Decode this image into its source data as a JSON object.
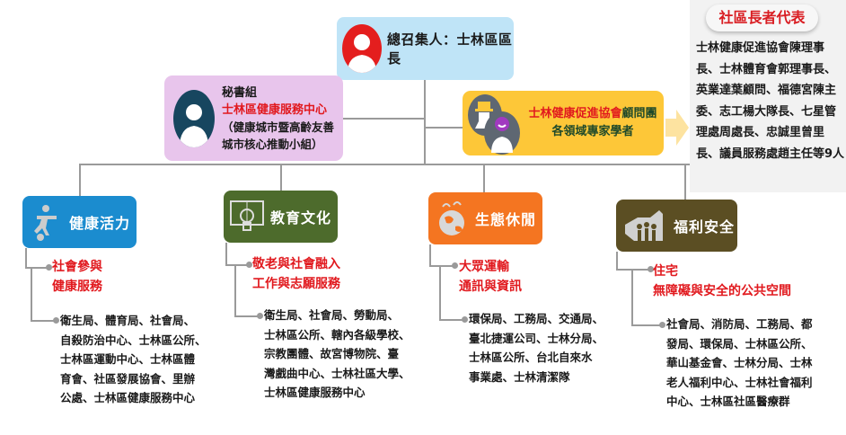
{
  "convener": {
    "label": "總召集人：士林區區長",
    "icon": "person-avatar-icon",
    "color": "#bfe4f7"
  },
  "secretariat": {
    "title": "秘書組",
    "org": "士林區健康服務中心",
    "note_line1": "（健康城市暨高齡友善",
    "note_line2": "城市核心推動小組）",
    "icon": "person-avatar-icon",
    "color": "#e8c5ec"
  },
  "advisory": {
    "org_red": "士林健康促進協會",
    "org_suffix": "顧問團",
    "line2": "各領域專家學者",
    "icon": "two-experts-icon",
    "color": "#fdc738"
  },
  "elders": {
    "title": "社區長者代表",
    "body": "士林健康促進協會陳理事長、士林體育會郭理事長、英業達葉顧問、福德宮陳主委、志工楊大隊長、七星管理處周處長、忠誠里曾里長、議員服務處趙主任等9人"
  },
  "categories": [
    {
      "name": "健康活力",
      "icon": "running-soccer-icon",
      "color": "#1b8ccf",
      "focus": [
        "社會參與",
        "健康服務"
      ],
      "agencies": [
        "衛生局、體育局、社會局、",
        "自殺防治中心、士林區公所、",
        "士林區運動中心、士林區體",
        "育會、社區發展協會、里辦",
        "公處、士林區健康服務中心"
      ]
    },
    {
      "name": "教育文化",
      "icon": "book-lightbulb-icon",
      "color": "#4d6b2c",
      "focus": [
        "敬老與社會融入",
        "工作與志願服務"
      ],
      "agencies": [
        "衛生局、社會局、勞動局、",
        "士林區公所、轄內各級學校、",
        "宗教團體、故宮博物院、臺",
        "灣戲曲中心、士林社區大學、",
        "士林區健康服務中心"
      ]
    },
    {
      "name": "生態休閒",
      "icon": "globe-sprouts-icon",
      "color": "#f47521",
      "focus": [
        "大眾運輸",
        "通訊與資訊"
      ],
      "agencies": [
        "環保局、工務局、交通局、",
        "臺北捷運公司、士林分局、",
        "士林區公所、台北自來水",
        "事業處、士林清潔隊"
      ]
    },
    {
      "name": "福利安全",
      "icon": "hand-family-icon",
      "color": "#5b4e23",
      "focus": [
        "住宅",
        "無障礙與安全的公共空間"
      ],
      "agencies": [
        "社會局、消防局、工務局、都",
        "發局、環保局、士林區公所、",
        "華山基金會、士林分局、士林",
        "老人福利中心、士林社會福利",
        "中心、士林區社區醫療群"
      ]
    }
  ]
}
